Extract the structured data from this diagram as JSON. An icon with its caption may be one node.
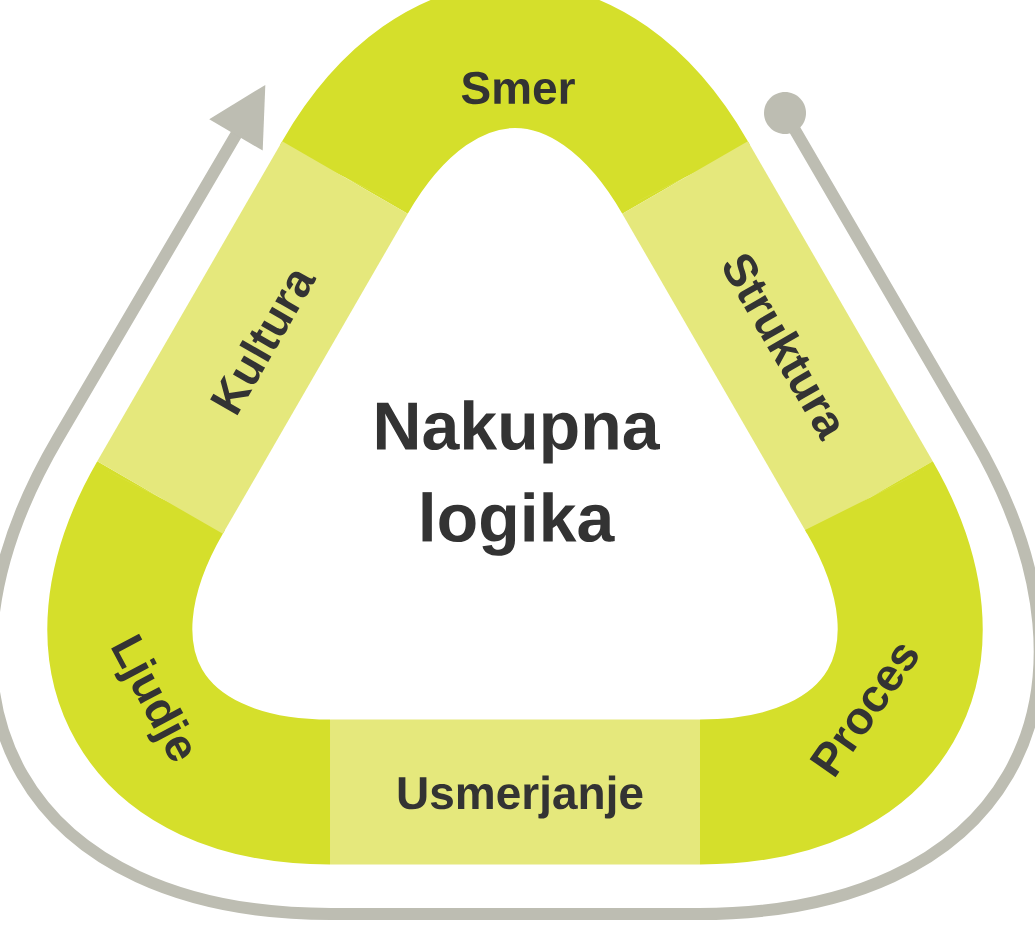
{
  "diagram": {
    "nodes": [
      {
        "text": [
          "Smer"
        ]
      },
      {
        "text": [
          "Struktura"
        ]
      },
      {
        "text": [
          "Proces"
        ]
      },
      {
        "text": [
          "Usmerjanje"
        ]
      },
      {
        "text": [
          "Ljudje"
        ]
      },
      {
        "text": [
          "Kultura"
        ]
      }
    ],
    "labels": [
      "Nakupna logika"
    ]
  }
}
